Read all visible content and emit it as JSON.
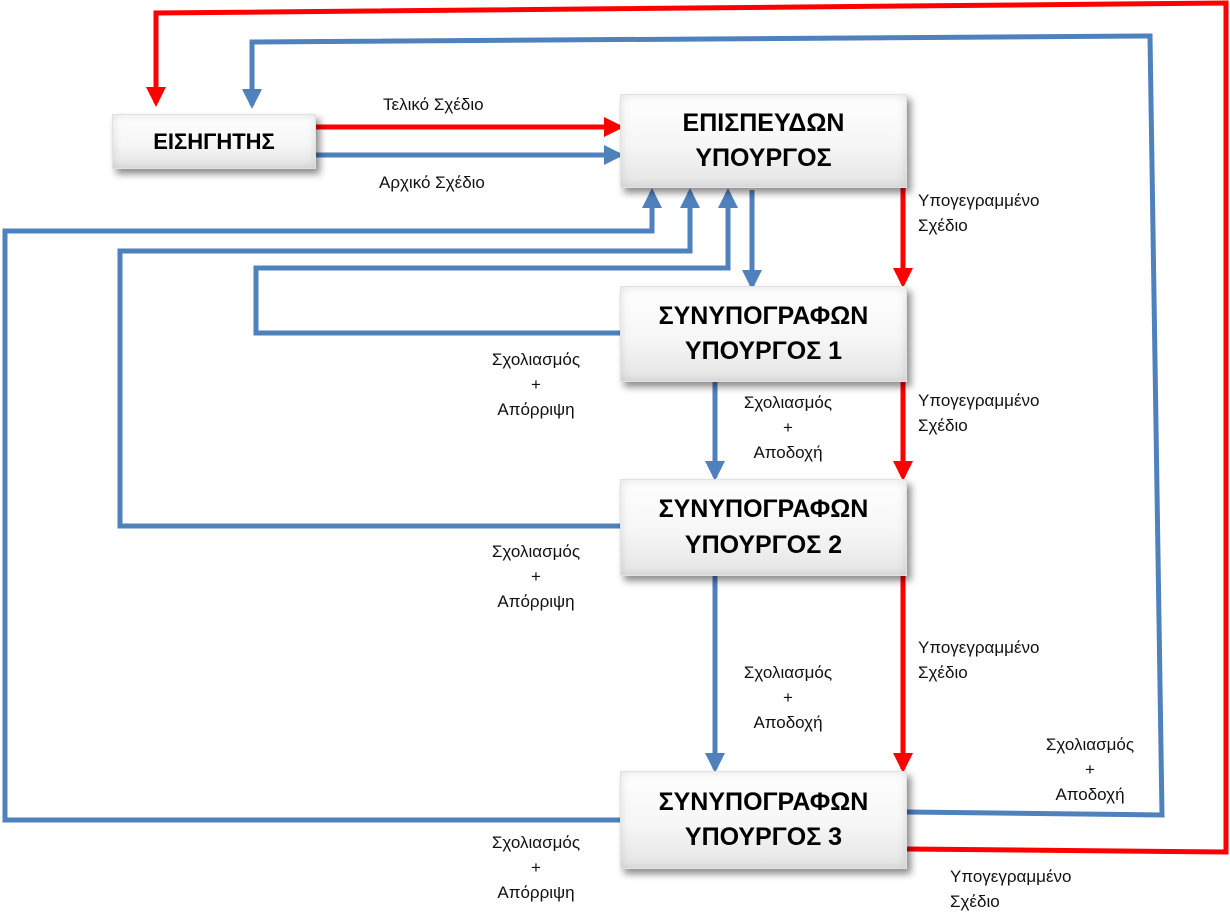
{
  "colors": {
    "blue": "#4F81BD",
    "red": "#FF0000"
  },
  "nodes": {
    "rapporteur": {
      "title": "ΕΙΣΗΓΗΤΗΣ"
    },
    "lead": {
      "line1": "ΕΠΙΣΠΕΥΔΩΝ",
      "line2": "ΥΠΟΥΡΓΟΣ"
    },
    "co1": {
      "line1": "ΣΥΝΥΠΟΓΡΑΦΩΝ",
      "line2": "ΥΠΟΥΡΓΟΣ 1"
    },
    "co2": {
      "line1": "ΣΥΝΥΠΟΓΡΑΦΩΝ",
      "line2": "ΥΠΟΥΡΓΟΣ 2"
    },
    "co3": {
      "line1": "ΣΥΝΥΠΟΓΡΑΦΩΝ",
      "line2": "ΥΠΟΥΡΓΟΣ 3"
    }
  },
  "labels": {
    "final_draft": "Τελικό Σχέδιο",
    "initial_draft": "Αρχικό Σχέδιο",
    "signed_1": {
      "l1": "Υπογεγραμμένο",
      "l2": "Σχέδιο"
    },
    "signed_2": {
      "l1": "Υπογεγραμμένο",
      "l2": "Σχέδιο"
    },
    "signed_3": {
      "l1": "Υπογεγραμμένο",
      "l2": "Σχέδιο"
    },
    "signed_4": {
      "l1": "Υπογεγραμμένο",
      "l2": "Σχέδιο"
    },
    "reject_1": {
      "l1": "Σχολιασμός",
      "l2": "+",
      "l3": "Απόρριψη"
    },
    "reject_2": {
      "l1": "Σχολιασμός",
      "l2": "+",
      "l3": "Απόρριψη"
    },
    "reject_3": {
      "l1": "Σχολιασμός",
      "l2": "+",
      "l3": "Απόρριψη"
    },
    "accept_1": {
      "l1": "Σχολιασμός",
      "l2": "+",
      "l3": "Αποδοχή"
    },
    "accept_2": {
      "l1": "Σχολιασμός",
      "l2": "+",
      "l3": "Αποδοχή"
    },
    "accept_3": {
      "l1": "Σχολιασμός",
      "l2": "+",
      "l3": "Αποδοχή"
    }
  }
}
